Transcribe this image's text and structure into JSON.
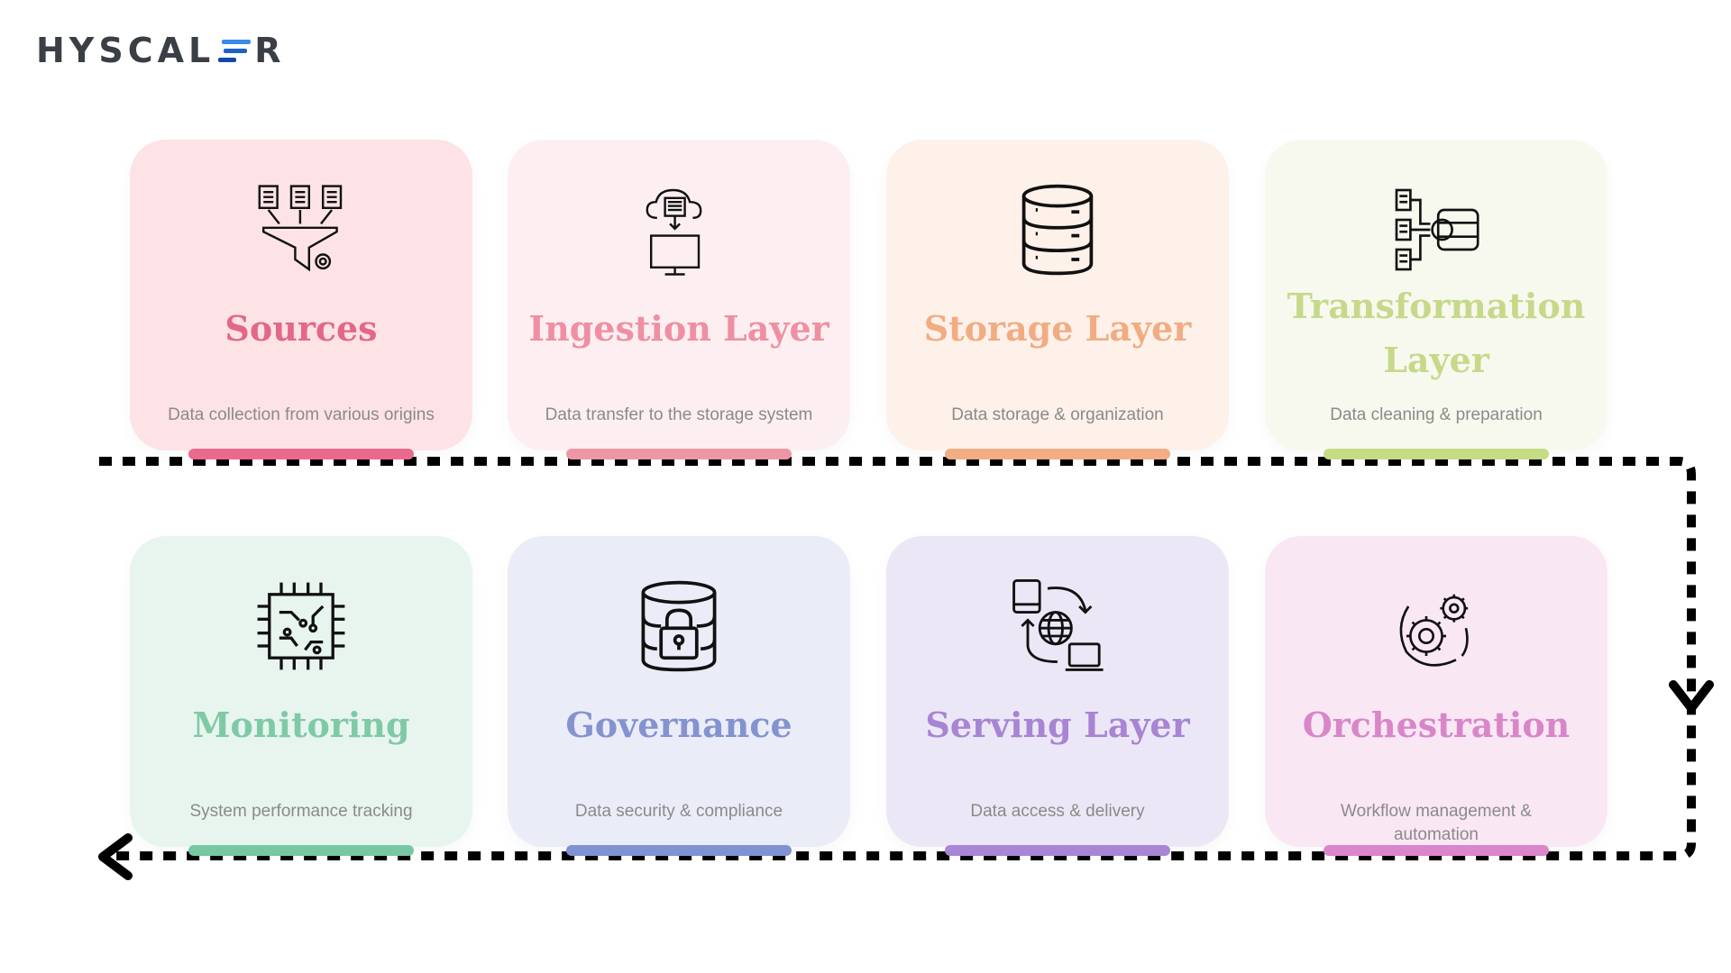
{
  "brand": {
    "logo_text_left": "HYSCAL",
    "logo_text_right": "R"
  },
  "colors": {
    "arrow": "#000000",
    "description_text": "#8a8a8a"
  },
  "layers": [
    {
      "title": "Sources",
      "description": "Data collection from various origins",
      "icon": "documents-funnel-gear-icon",
      "bg": "#fde3e6",
      "title_color": "#e36887",
      "bar_color": "#e96a8d"
    },
    {
      "title": "Ingestion Layer",
      "description": "Data transfer to the storage system",
      "icon": "cloud-download-monitor-icon",
      "bg": "#fdeff1",
      "title_color": "#ef8fa1",
      "bar_color": "#ec97a6"
    },
    {
      "title": "Storage Layer",
      "description": "Data storage & organization",
      "icon": "database-icon",
      "bg": "#fdf1ea",
      "title_color": "#f2ac82",
      "bar_color": "#f2ad85"
    },
    {
      "title": "Transformation Layer",
      "description": "Data cleaning & preparation",
      "icon": "pipeline-transform-icon",
      "bg": "#f7f9ef",
      "title_color": "#c6d98a",
      "bar_color": "#c5dc85"
    },
    {
      "title": "Monitoring",
      "description": "System performance tracking",
      "icon": "circuit-chip-icon",
      "bg": "#e8f5ef",
      "title_color": "#7fcaa6",
      "bar_color": "#76c8a2"
    },
    {
      "title": "Governance",
      "description": "Data security & compliance",
      "icon": "database-lock-icon",
      "bg": "#eaedf8",
      "title_color": "#8493d0",
      "bar_color": "#7f92d2"
    },
    {
      "title": "Serving Layer",
      "description": "Data access & delivery",
      "icon": "globe-devices-sync-icon",
      "bg": "#ece7f6",
      "title_color": "#a784d4",
      "bar_color": "#a985d6"
    },
    {
      "title": "Orchestration",
      "description": "Workflow management & automation",
      "icon": "gears-workflow-icon",
      "bg": "#f9e8f4",
      "title_color": "#d986c9",
      "bar_color": "#db85cc"
    }
  ]
}
